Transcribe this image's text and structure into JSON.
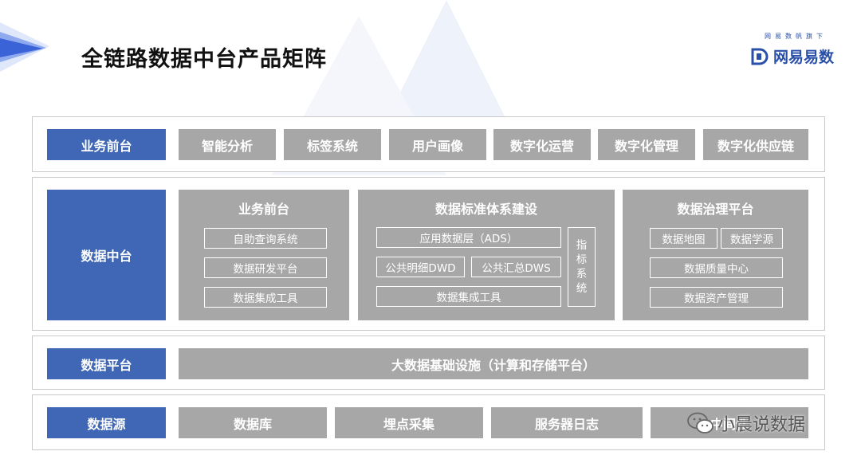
{
  "title": "全链路数据中台产品矩阵",
  "brand": {
    "slogan": "网易数帆旗下",
    "name": "网易易数",
    "logo": "D-logo-icon"
  },
  "colors": {
    "accent": "#3f67b5",
    "box": "#a7a7a7",
    "border": "#c9c9c9"
  },
  "layers": {
    "front": {
      "label": "业务前台",
      "items": [
        "智能分析",
        "标签系统",
        "用户画像",
        "数字化运营",
        "数字化管理",
        "数字化供应链"
      ]
    },
    "middle": {
      "label": "数据中台",
      "panel1": {
        "title": "业务前台",
        "items": [
          "自助查询系统",
          "数据研发平台",
          "数据集成工具"
        ]
      },
      "panel2": {
        "title": "数据标准体系建设",
        "ads": "应用数据层（ADS）",
        "dwd": "公共明细DWD",
        "dws": "公共汇总DWS",
        "tool": "数据集成工具",
        "metric": [
          "指",
          "标",
          "系",
          "统"
        ]
      },
      "panel3": {
        "title": "数据治理平台",
        "items": [
          "数据地图",
          "数据学源",
          "数据质量中心",
          "数据资产管理"
        ]
      }
    },
    "platform": {
      "label": "数据平台",
      "bar": "大数据基础设施（计算和存储平台）"
    },
    "source": {
      "label": "数据源",
      "items": [
        "数据库",
        "埋点采集",
        "服务器日志",
        "中间件"
      ]
    }
  },
  "watermark": {
    "text": "小晨说数据",
    "icon": "wechat-icon"
  }
}
